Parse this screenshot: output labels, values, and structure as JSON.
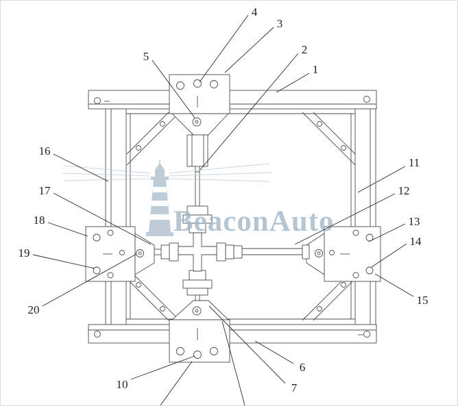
{
  "canvas": {
    "background": "#ffffff",
    "line_color": "#4a4a4a",
    "label_color": "#1f1f1f",
    "border_color": "#dcdcdc"
  },
  "watermark": {
    "text": "BeaconAuto",
    "color": "#a4b7c7",
    "lighthouse_color": "#afc0ce"
  },
  "labels": {
    "1": "1",
    "2": "2",
    "3": "3",
    "4": "4",
    "5": "5",
    "6": "6",
    "7": "7",
    "10": "10",
    "11": "11",
    "12": "12",
    "13": "13",
    "14": "14",
    "15": "15",
    "16": "16",
    "17": "17",
    "18": "18",
    "19": "19",
    "20": "20"
  }
}
